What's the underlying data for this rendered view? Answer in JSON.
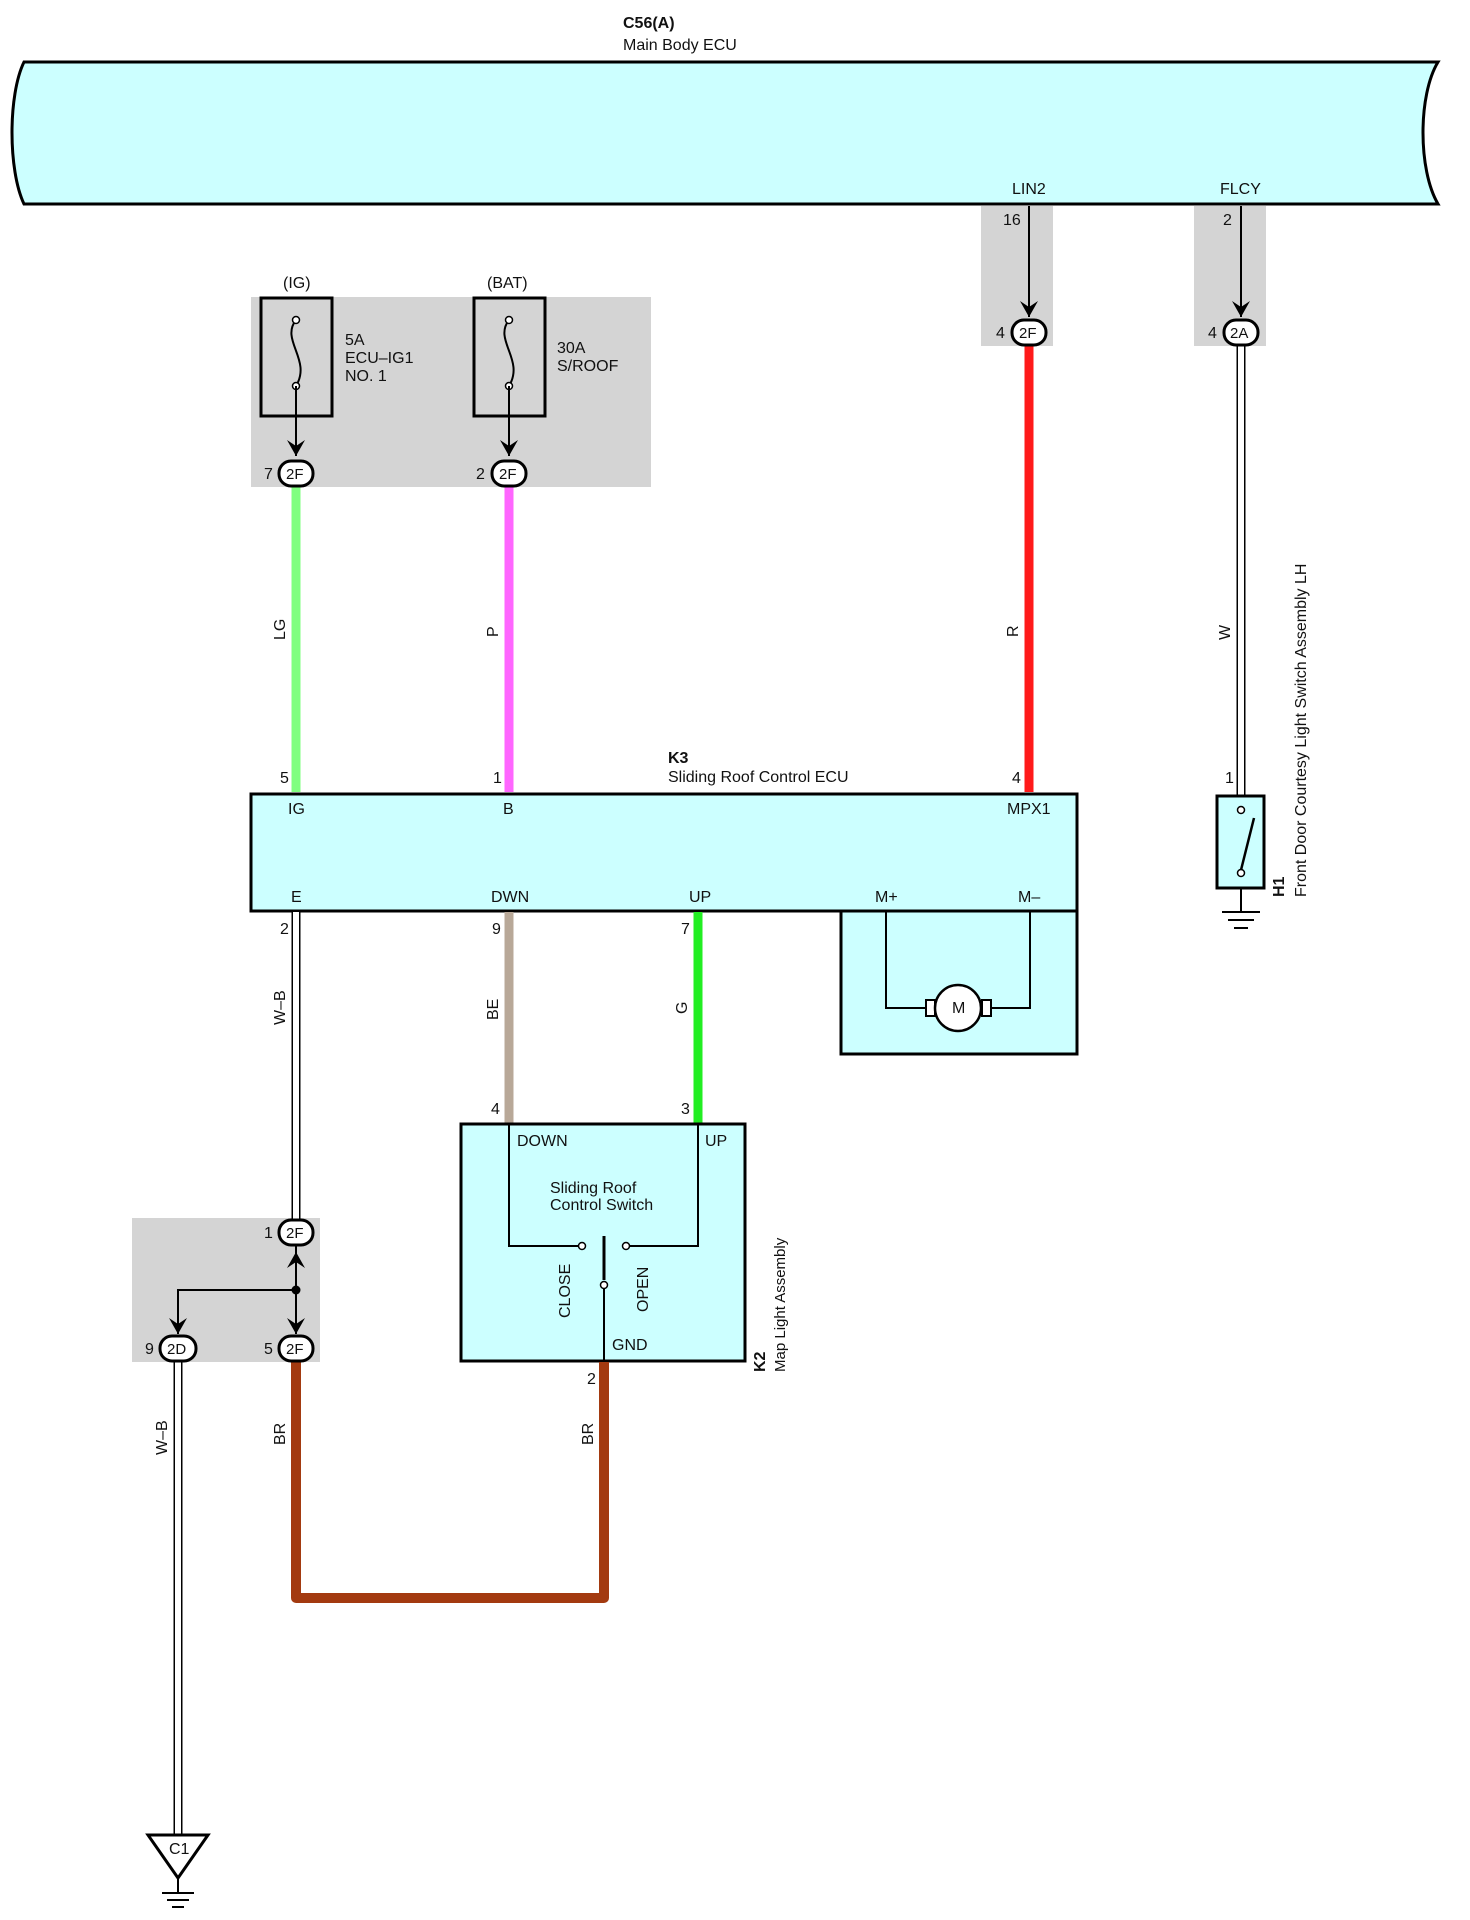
{
  "main_ecu": {
    "code": "C56(A)",
    "name": "Main Body ECU",
    "pin_lin2": "LIN2",
    "pin_flcy": "FLCY",
    "pin_lin2_num": "16",
    "pin_flcy_num": "2"
  },
  "fuses": {
    "ig": {
      "source": "(IG)",
      "rating": "5A",
      "name1": "ECU–IG1",
      "name2": "NO. 1"
    },
    "bat": {
      "source": "(BAT)",
      "rating": "30A",
      "name1": "S/ROOF"
    }
  },
  "connectors": {
    "c2f_7": {
      "id": "2F",
      "pin": "7"
    },
    "c2f_2": {
      "id": "2F",
      "pin": "2"
    },
    "c2f_4": {
      "id": "2F",
      "pin": "4"
    },
    "c2a_4": {
      "id": "2A",
      "pin": "4"
    },
    "c2f_1": {
      "id": "2F",
      "pin": "1"
    },
    "c2f_5": {
      "id": "2F",
      "pin": "5"
    },
    "c2d_9": {
      "id": "2D",
      "pin": "9"
    }
  },
  "wires": {
    "lg": "LG",
    "p": "P",
    "r": "R",
    "w": "W",
    "wb1": "W–B",
    "be": "BE",
    "g": "G",
    "br1": "BR",
    "br2": "BR",
    "wb2": "W–B"
  },
  "colors": {
    "ecu_fill": "#ccffff",
    "splice_gray": "#d4d4d4",
    "lg": "#80ff80",
    "p": "#ff66ff",
    "r": "#ff1a1a",
    "be": "#b8a898",
    "g": "#22ee22",
    "br": "#a33a10"
  },
  "k3": {
    "code": "K3",
    "name": "Sliding Roof Control ECU",
    "pins": {
      "ig": "IG",
      "b": "B",
      "mpx1": "MPX1",
      "e": "E",
      "dwn": "DWN",
      "up": "UP",
      "mplus": "M+",
      "mminus": "M–"
    },
    "pin_nums": {
      "ig": "5",
      "b": "1",
      "mpx1": "4",
      "e": "2",
      "dwn": "9",
      "up": "7"
    },
    "motor": "M"
  },
  "k2": {
    "code": "K2",
    "name": "Map Light Assembly",
    "switch_line1": "Sliding Roof",
    "switch_line2": "Control Switch",
    "pins": {
      "down": "DOWN",
      "up": "UP",
      "gnd": "GND",
      "close": "CLOSE",
      "open": "OPEN"
    },
    "pin_nums": {
      "down": "4",
      "up": "3",
      "gnd": "2"
    }
  },
  "h1": {
    "code": "H1",
    "name": "Front Door Courtesy Light Switch Assembly LH",
    "pin": "1"
  },
  "ground": {
    "code": "C1"
  }
}
